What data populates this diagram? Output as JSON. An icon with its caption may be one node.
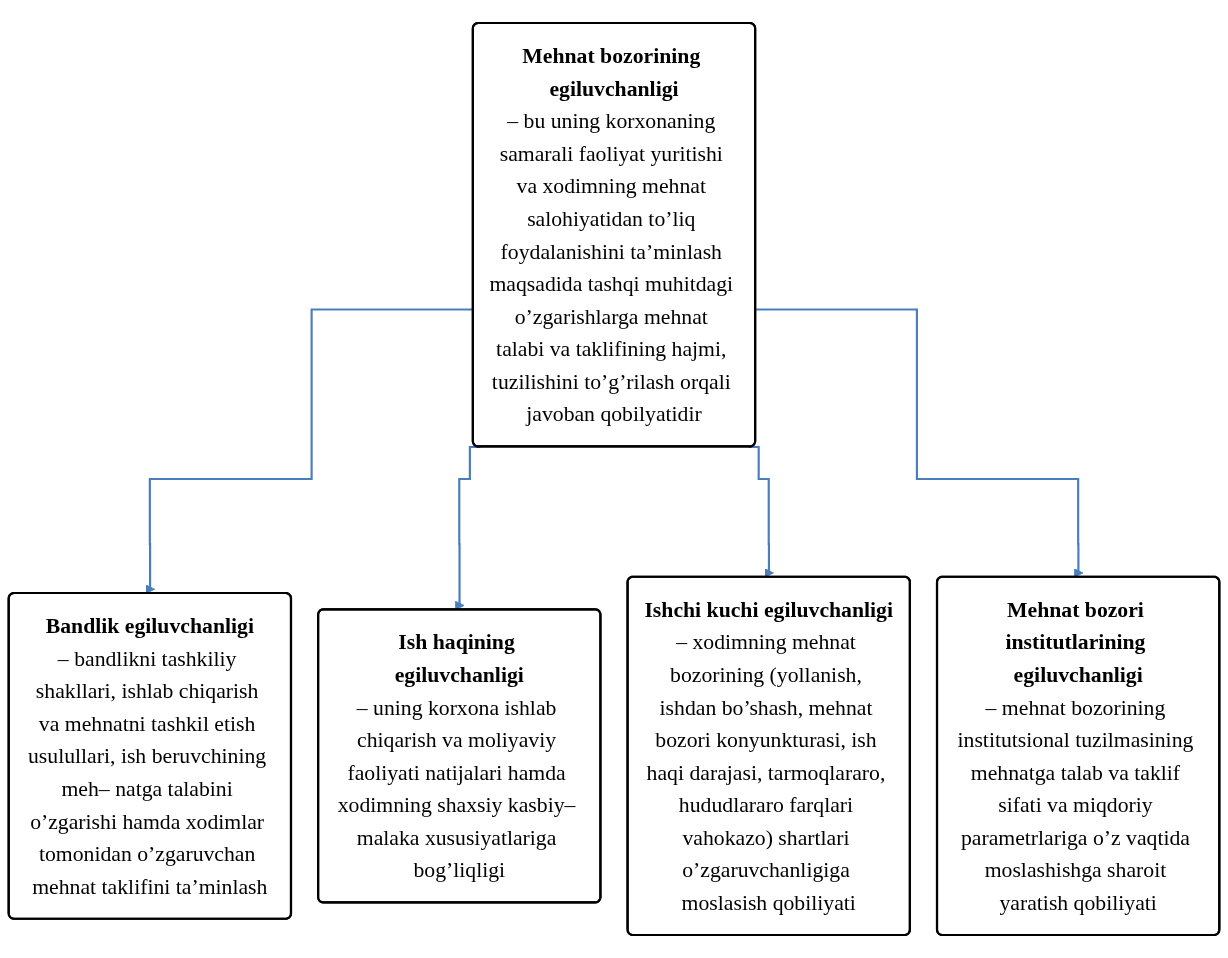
{
  "diagram": {
    "nodes": [
      {
        "text": [
          "Mehnat bozorining egiluvchanligi",
          "– bu uning korxonaning samarali faoliyat yuritishi va xodimning mehnat salohiyatidan to’liq foydalanishini ta’minlash maqsadida tashqi muhitdagi o’zgarishlarga mehnat talabi va taklifining hajmi, tuzilishini to’g’rilash orqali javoban qobilyatidir"
        ]
      },
      {
        "text": [
          "Bandlik egiluvchanligi",
          "– bandlikni tashkiliy shakllari, ishlab chiqarish va mehnatni tashkil etish usulullari, ish beruvchining meh– natga talabini o’zgarishi hamda xodimlar tomonidan o’zgaruvchan mehnat taklifini ta’minlash"
        ]
      },
      {
        "text": [
          "Ish haqining egiluvchanligi",
          "– uning korxona ishlab chiqarish va moliyaviy faoliyati natijalari hamda xodimning shaxsiy kasbiy– malaka xususiyatlariga bog’liqligi"
        ]
      },
      {
        "text": [
          "Ishchi kuchi egiluvchanligi",
          "– xodimning mehnat bozorining (yollanish, ishdan bo’shash, mehnat bozori konyunkturasi, ish haqi darajasi, tarmoqlararo, hududlararo farqlari vahokazo) shartlari o’zgaruvchanligiga moslasish qobiliyati"
        ]
      },
      {
        "text": [
          "Mehnat bozori institutlarining egiluvchanligi",
          "– mehnat bozorining institutsional tuzilmasining mehnatga talab va taklif sifati va miqdoriy parametrlariga o’z vaqtida moslashishga sharoit yaratish qobiliyati"
        ]
      }
    ],
    "edges": [
      {
        "from": 0,
        "to": 1,
        "arrow": "to"
      },
      {
        "from": 0,
        "to": 2,
        "arrow": "to"
      },
      {
        "from": 0,
        "to": 3,
        "arrow": "to"
      },
      {
        "from": 0,
        "to": 4,
        "arrow": "to"
      }
    ]
  }
}
